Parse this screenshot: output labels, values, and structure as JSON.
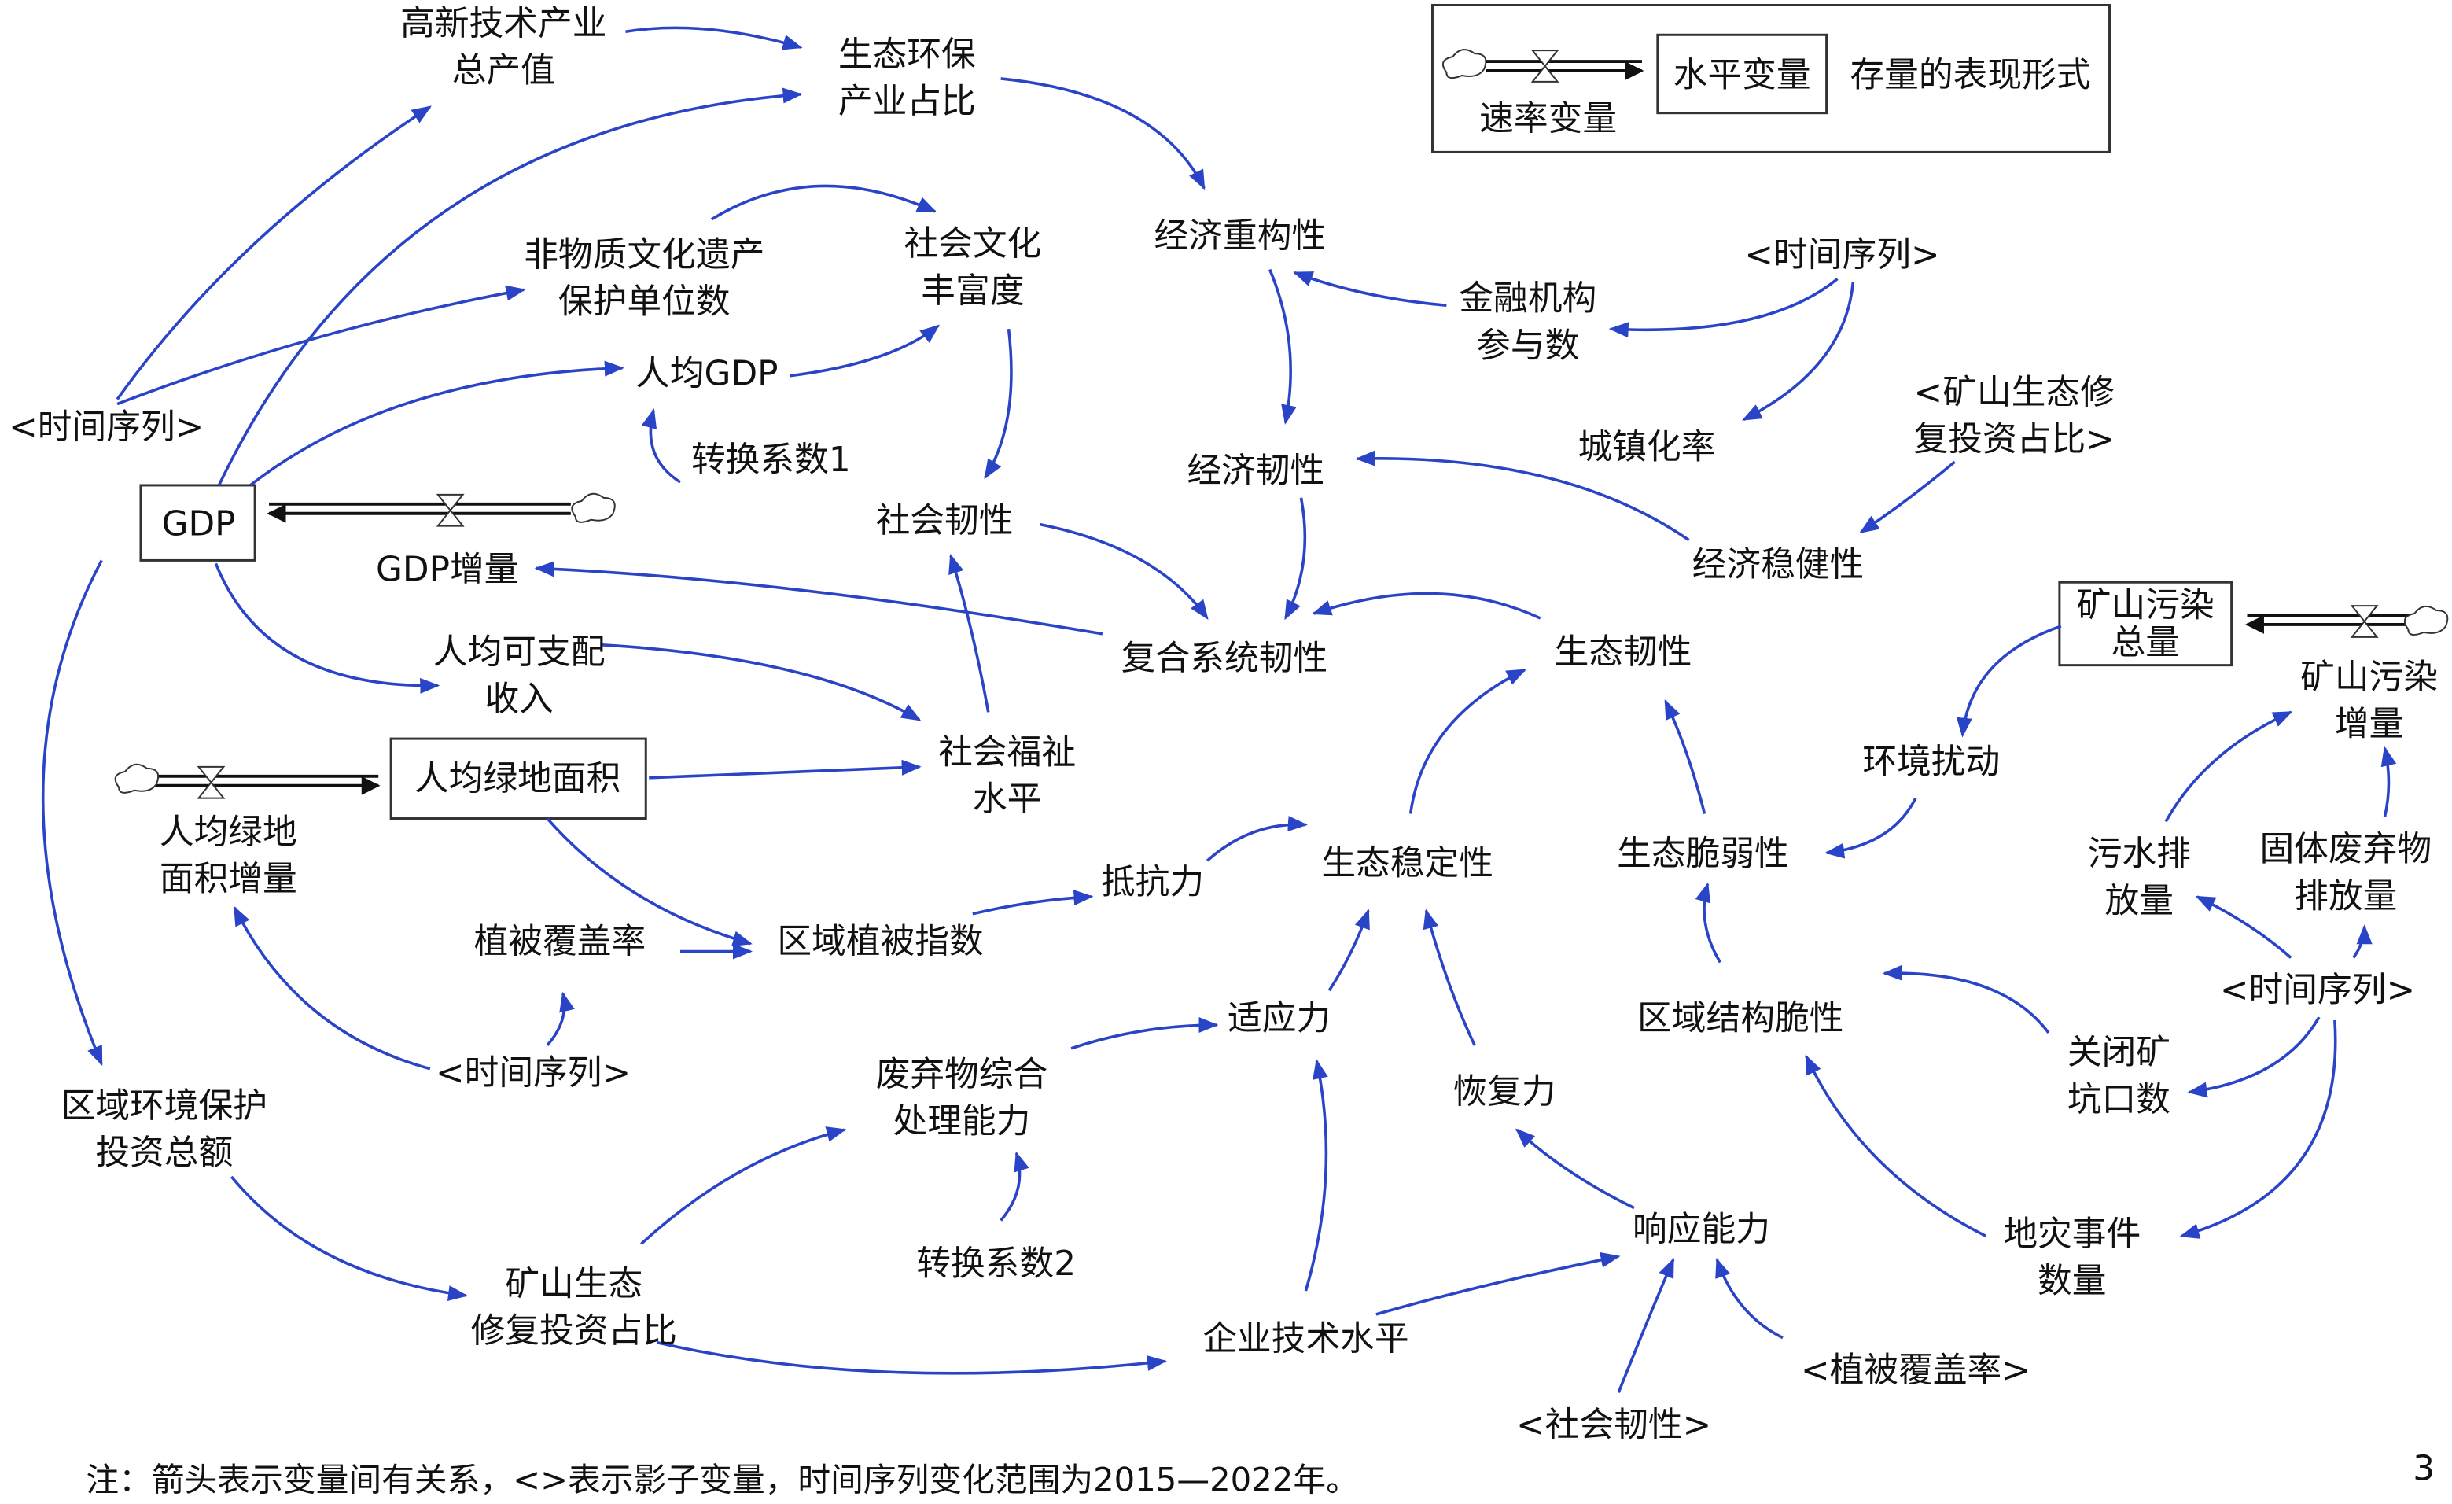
{
  "legend": {
    "level_var": "水平变量",
    "stock_desc": "存量的表现形式",
    "rate_var": "速率变量"
  },
  "nodes": {
    "high_tech": [
      "高新技术产业",
      "总产值"
    ],
    "eco_industry": [
      "生态环保",
      "产业占比"
    ],
    "intangible": [
      "非物质文化遗产",
      "保护单位数"
    ],
    "culture": [
      "社会文化",
      "丰富度"
    ],
    "econ_restructure": "经济重构性",
    "finance": [
      "金融机构",
      "参与数"
    ],
    "time_seq_a": "<时间序列>",
    "time_seq_b": "<时间序列>",
    "gdp_per_capita": "人均GDP",
    "coef1": "转换系数1",
    "urbanization": "城镇化率",
    "mine_restore_shadow": [
      "<矿山生态修",
      "复投资占比>"
    ],
    "gdp": "GDP",
    "gdp_increase": "GDP增量",
    "social_resilience": "社会韧性",
    "econ_resilience": "经济韧性",
    "econ_stability": "经济稳健性",
    "mine_pollution_total": [
      "矿山污染",
      "总量"
    ],
    "mine_pollution_inc": [
      "矿山污染",
      "增量"
    ],
    "disposable_income": [
      "人均可支配",
      "收入"
    ],
    "composite_resilience": "复合系统韧性",
    "eco_resilience": "生态韧性",
    "env_disturbance": "环境扰动",
    "green_area": "人均绿地面积",
    "welfare": [
      "社会福祉",
      "水平"
    ],
    "green_area_inc": [
      "人均绿地",
      "面积增量"
    ],
    "eco_fragility": "生态脆弱性",
    "sewage": [
      "污水排",
      "放量"
    ],
    "solid_waste": [
      "固体废弃物",
      "排放量"
    ],
    "eco_stability": "生态稳定性",
    "resistance": "抵抗力",
    "vegetation_cover": "植被覆盖率",
    "vegetation_index": "区域植被指数",
    "time_seq_c": "<时间序列>",
    "structural_fragility": "区域结构脆性",
    "adaptability": "适应力",
    "closed_mines": [
      "关闭矿",
      "坑口数"
    ],
    "time_seq_d": "<时间序列>",
    "waste_capacity": [
      "废弃物综合",
      "处理能力"
    ],
    "recovery": "恢复力",
    "env_investment": [
      "区域环境保护",
      "投资总额"
    ],
    "response": "响应能力",
    "disasters": [
      "地灾事件",
      "数量"
    ],
    "coef2": "转换系数2",
    "mine_restore": [
      "矿山生态",
      "修复投资占比"
    ],
    "enterprise_tech": "企业技术水平",
    "vegetation_shadow": "<植被覆盖率>",
    "social_res_shadow": "<社会韧性>"
  },
  "note": "注：箭头表示变量间有关系，<>表示影子变量，时间序列变化范围为2015—2022年。",
  "page_number": "3",
  "colors": {
    "arrow": "#2a44c8",
    "text": "#111111"
  }
}
